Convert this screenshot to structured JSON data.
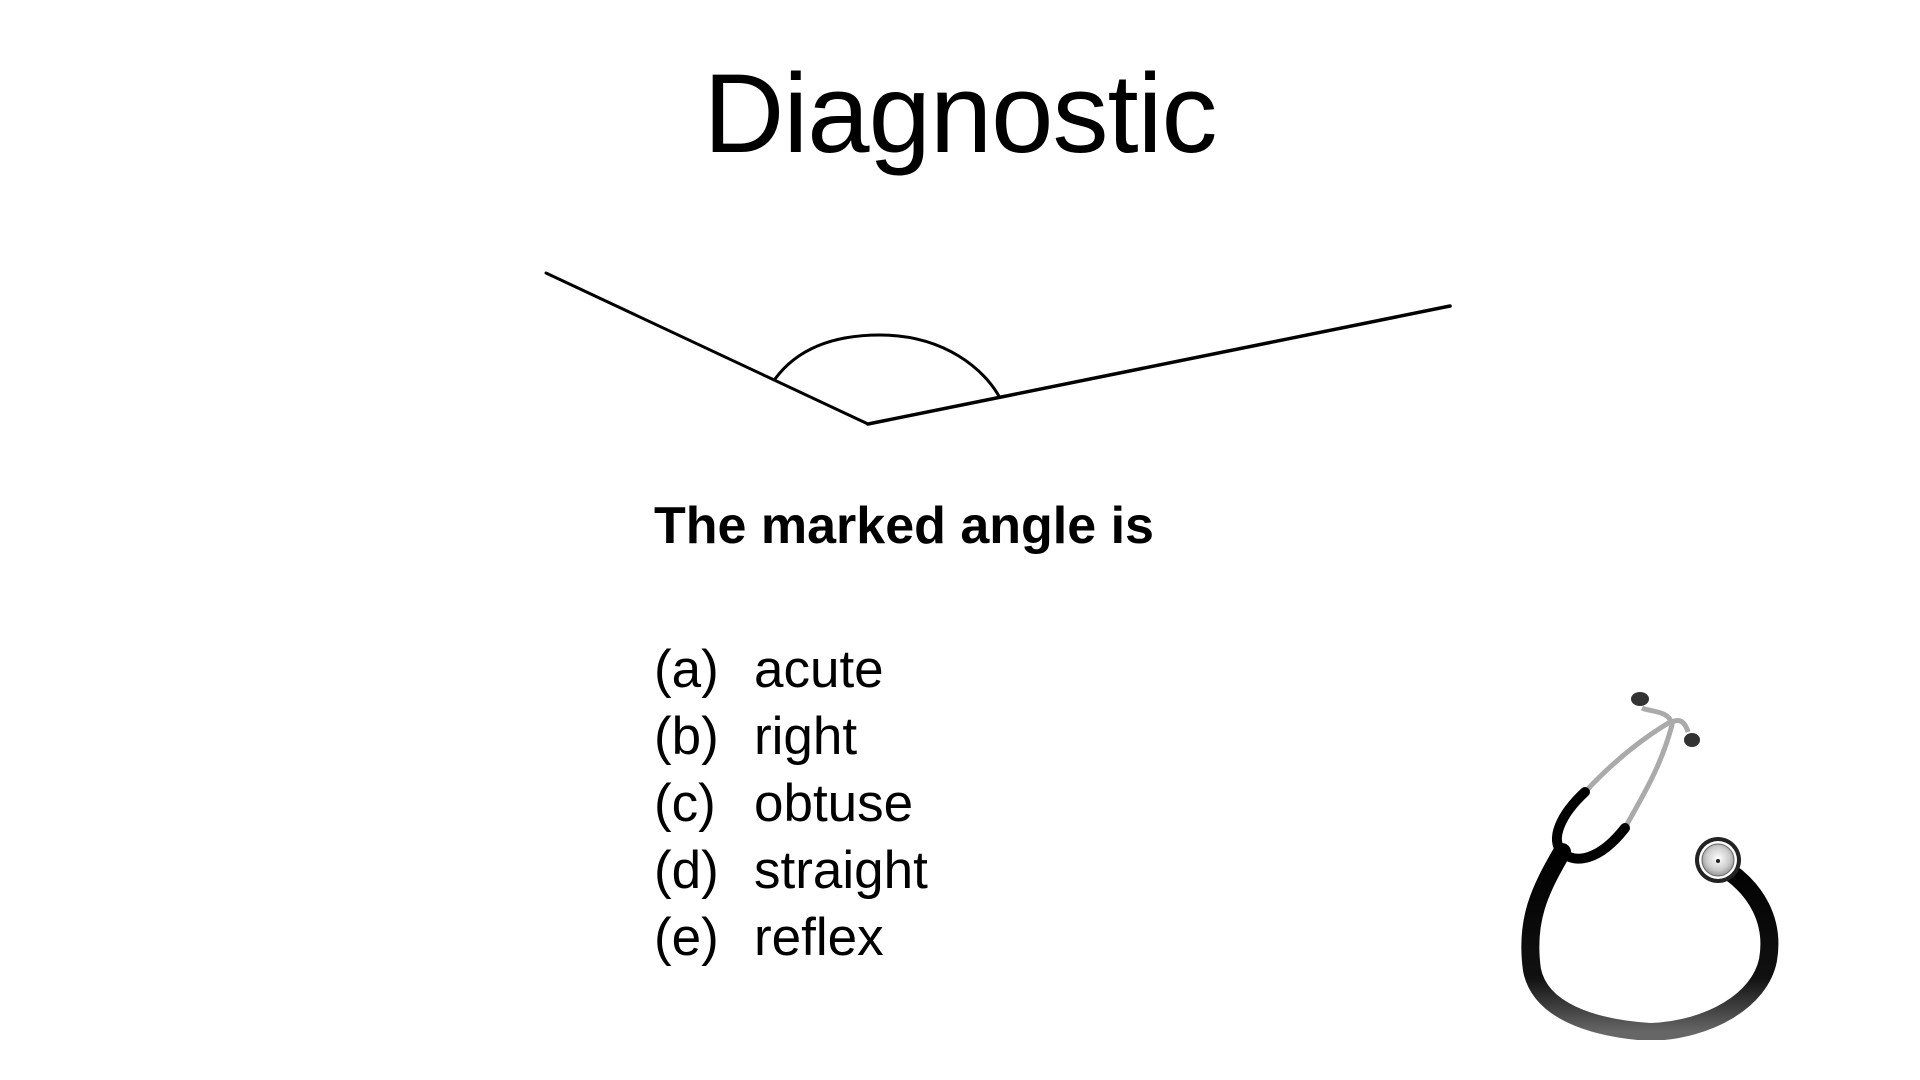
{
  "slide": {
    "title": "Diagnostic",
    "question": "The marked angle is",
    "options": [
      {
        "letter": "(a)",
        "label": "acute"
      },
      {
        "letter": "(b)",
        "label": "right"
      },
      {
        "letter": "(c)",
        "label": "obtuse"
      },
      {
        "letter": "(d)",
        "label": "straight"
      },
      {
        "letter": "(e)",
        "label": "reflex"
      }
    ],
    "diagram": {
      "vertex": [
        868,
        424
      ],
      "ray_left_end": [
        546,
        273
      ],
      "ray_right_end": [
        1450,
        306
      ],
      "arc_marker": "obtuse-angle-arc",
      "stroke_color": "#000000"
    },
    "decoration_icon": "stethoscope-icon"
  }
}
